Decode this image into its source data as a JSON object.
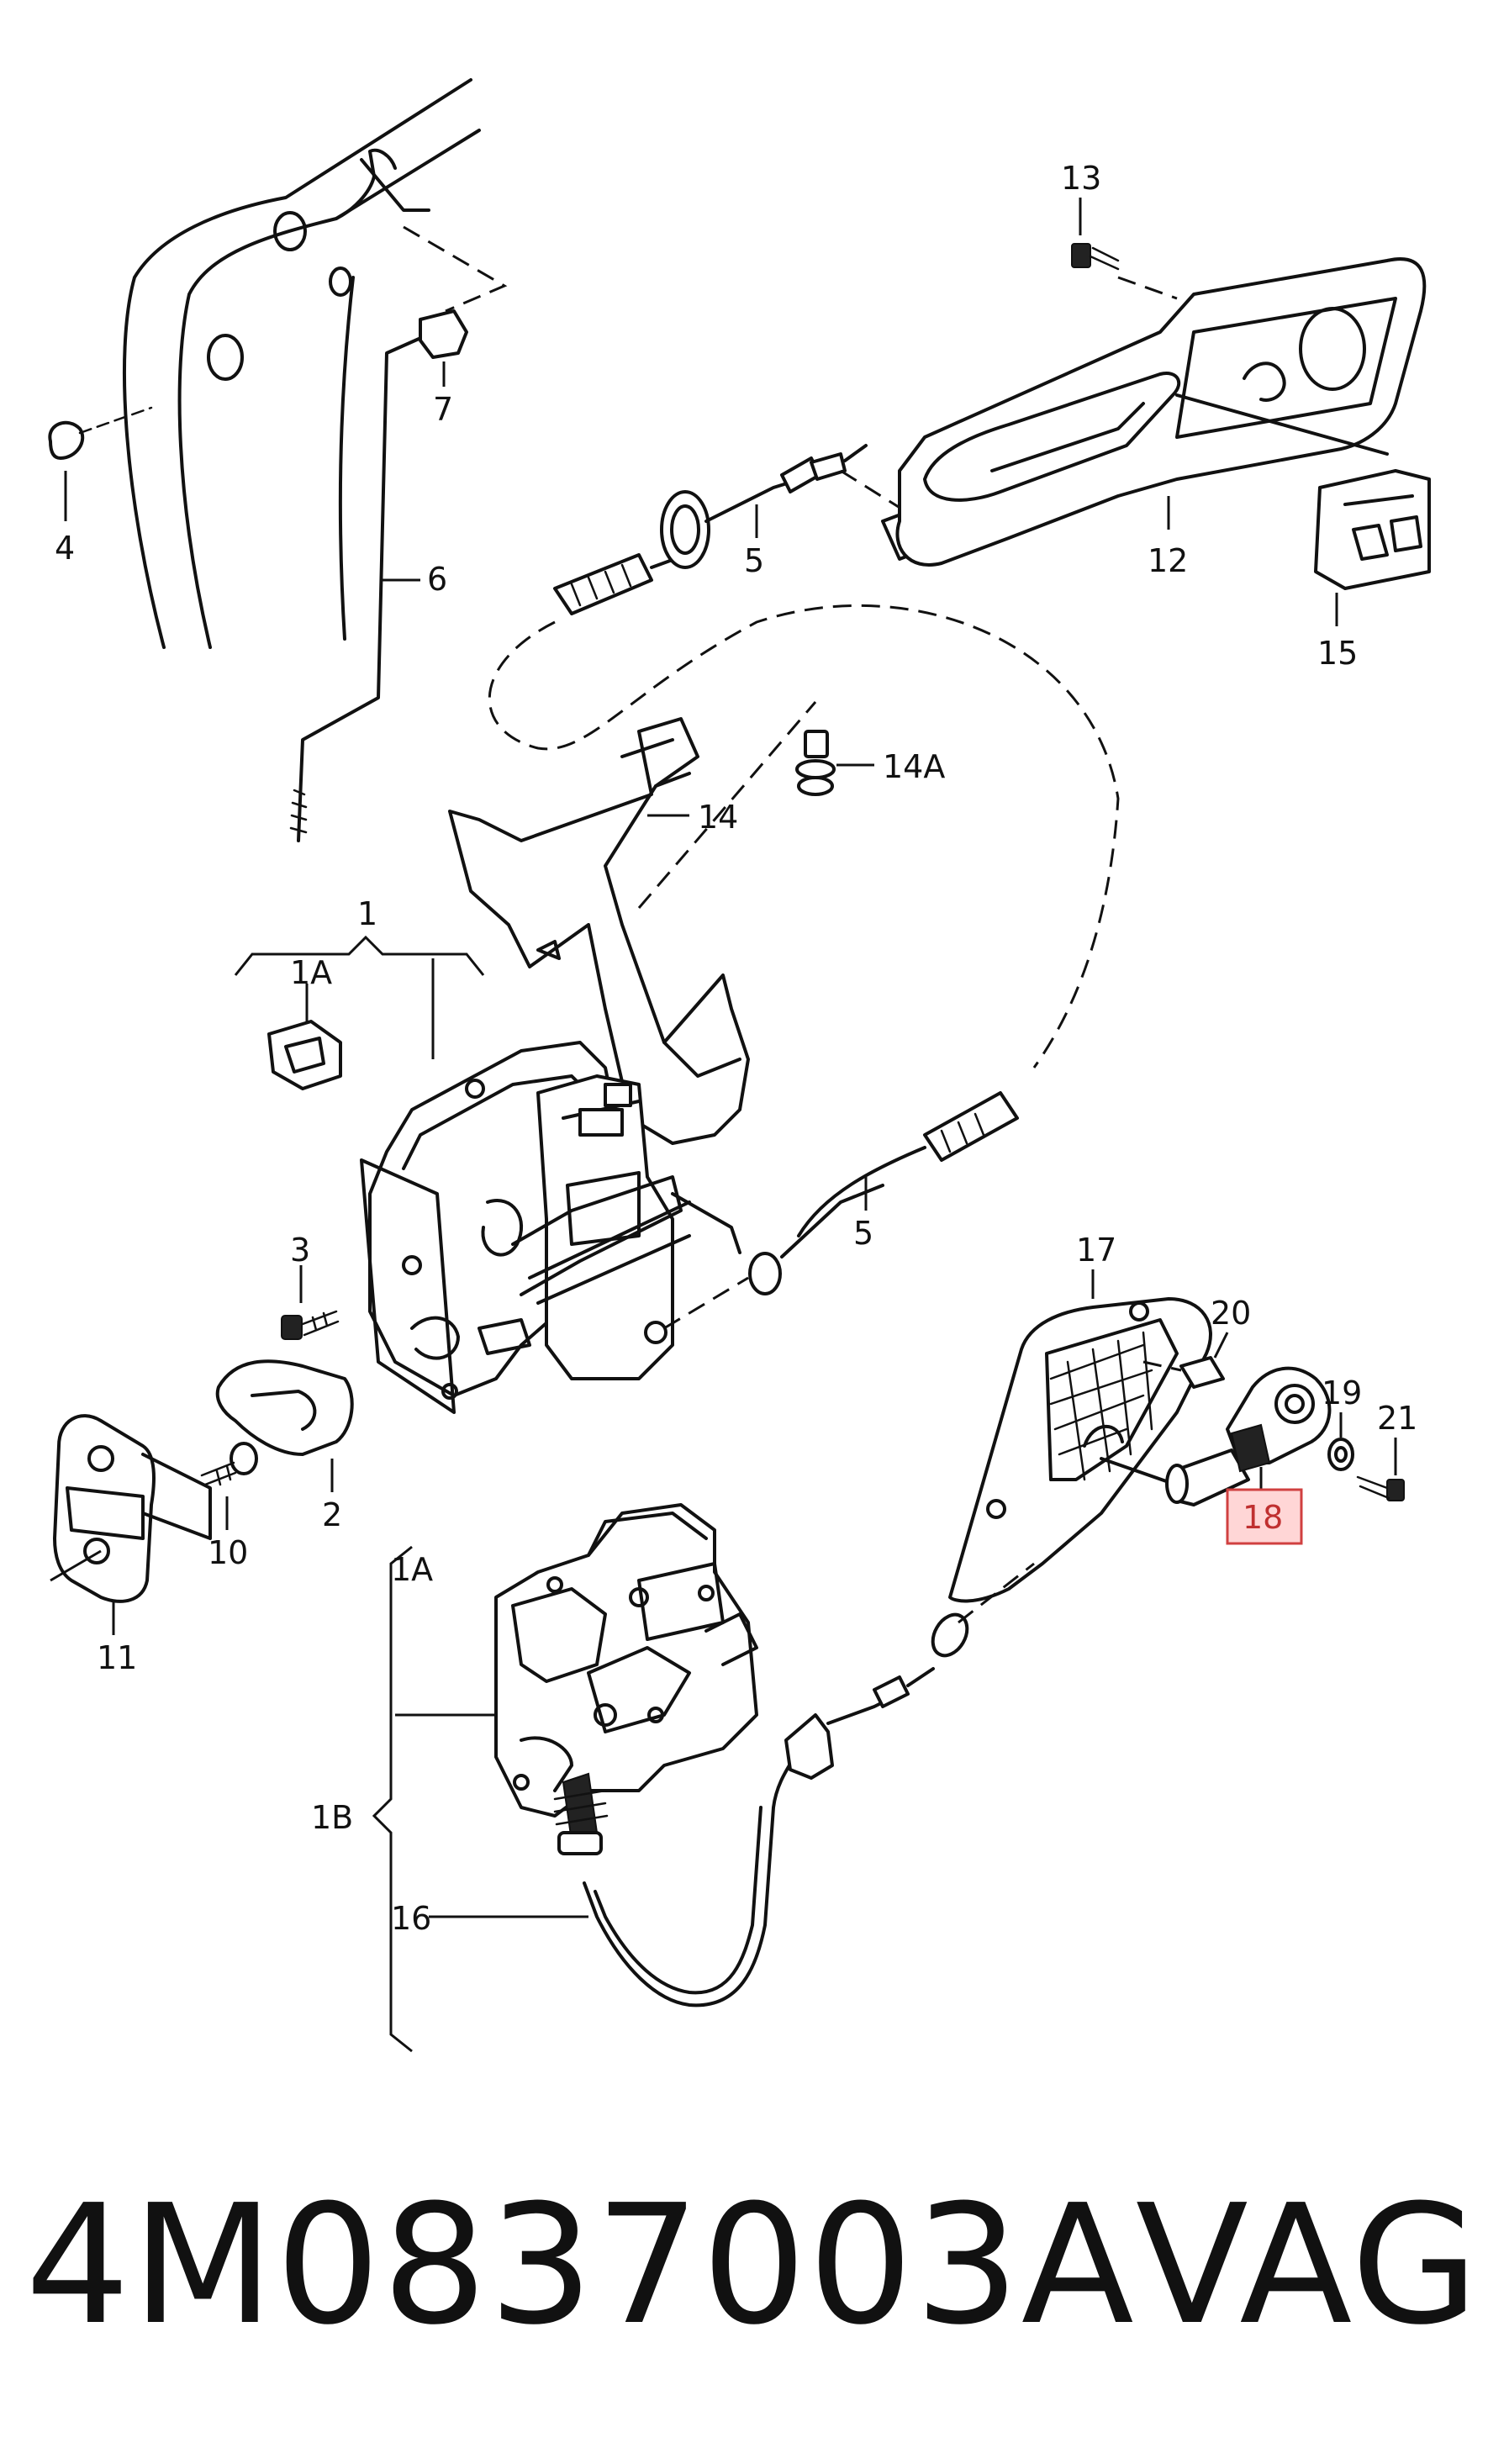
{
  "labels": {
    "l1": "1",
    "l1a_top": "1A",
    "l1a_bottom": "1A",
    "l1b": "1B",
    "l2": "2",
    "l3": "3",
    "l4": "4",
    "l5_top": "5",
    "l5_mid": "5",
    "l6": "6",
    "l7": "7",
    "l10": "10",
    "l11": "11",
    "l12": "12",
    "l13": "13",
    "l14": "14",
    "l14a": "14A",
    "l15": "15",
    "l16": "16",
    "l17": "17",
    "l18": "18",
    "l19": "19",
    "l20": "20",
    "l21": "21"
  },
  "highlighted_label": "18",
  "footer": {
    "part_number": "4M0837003A",
    "brand": "VAG"
  },
  "colors": {
    "highlight_fill": "#ffd6d6",
    "highlight_stroke": "#d04040",
    "line": "#111111"
  }
}
